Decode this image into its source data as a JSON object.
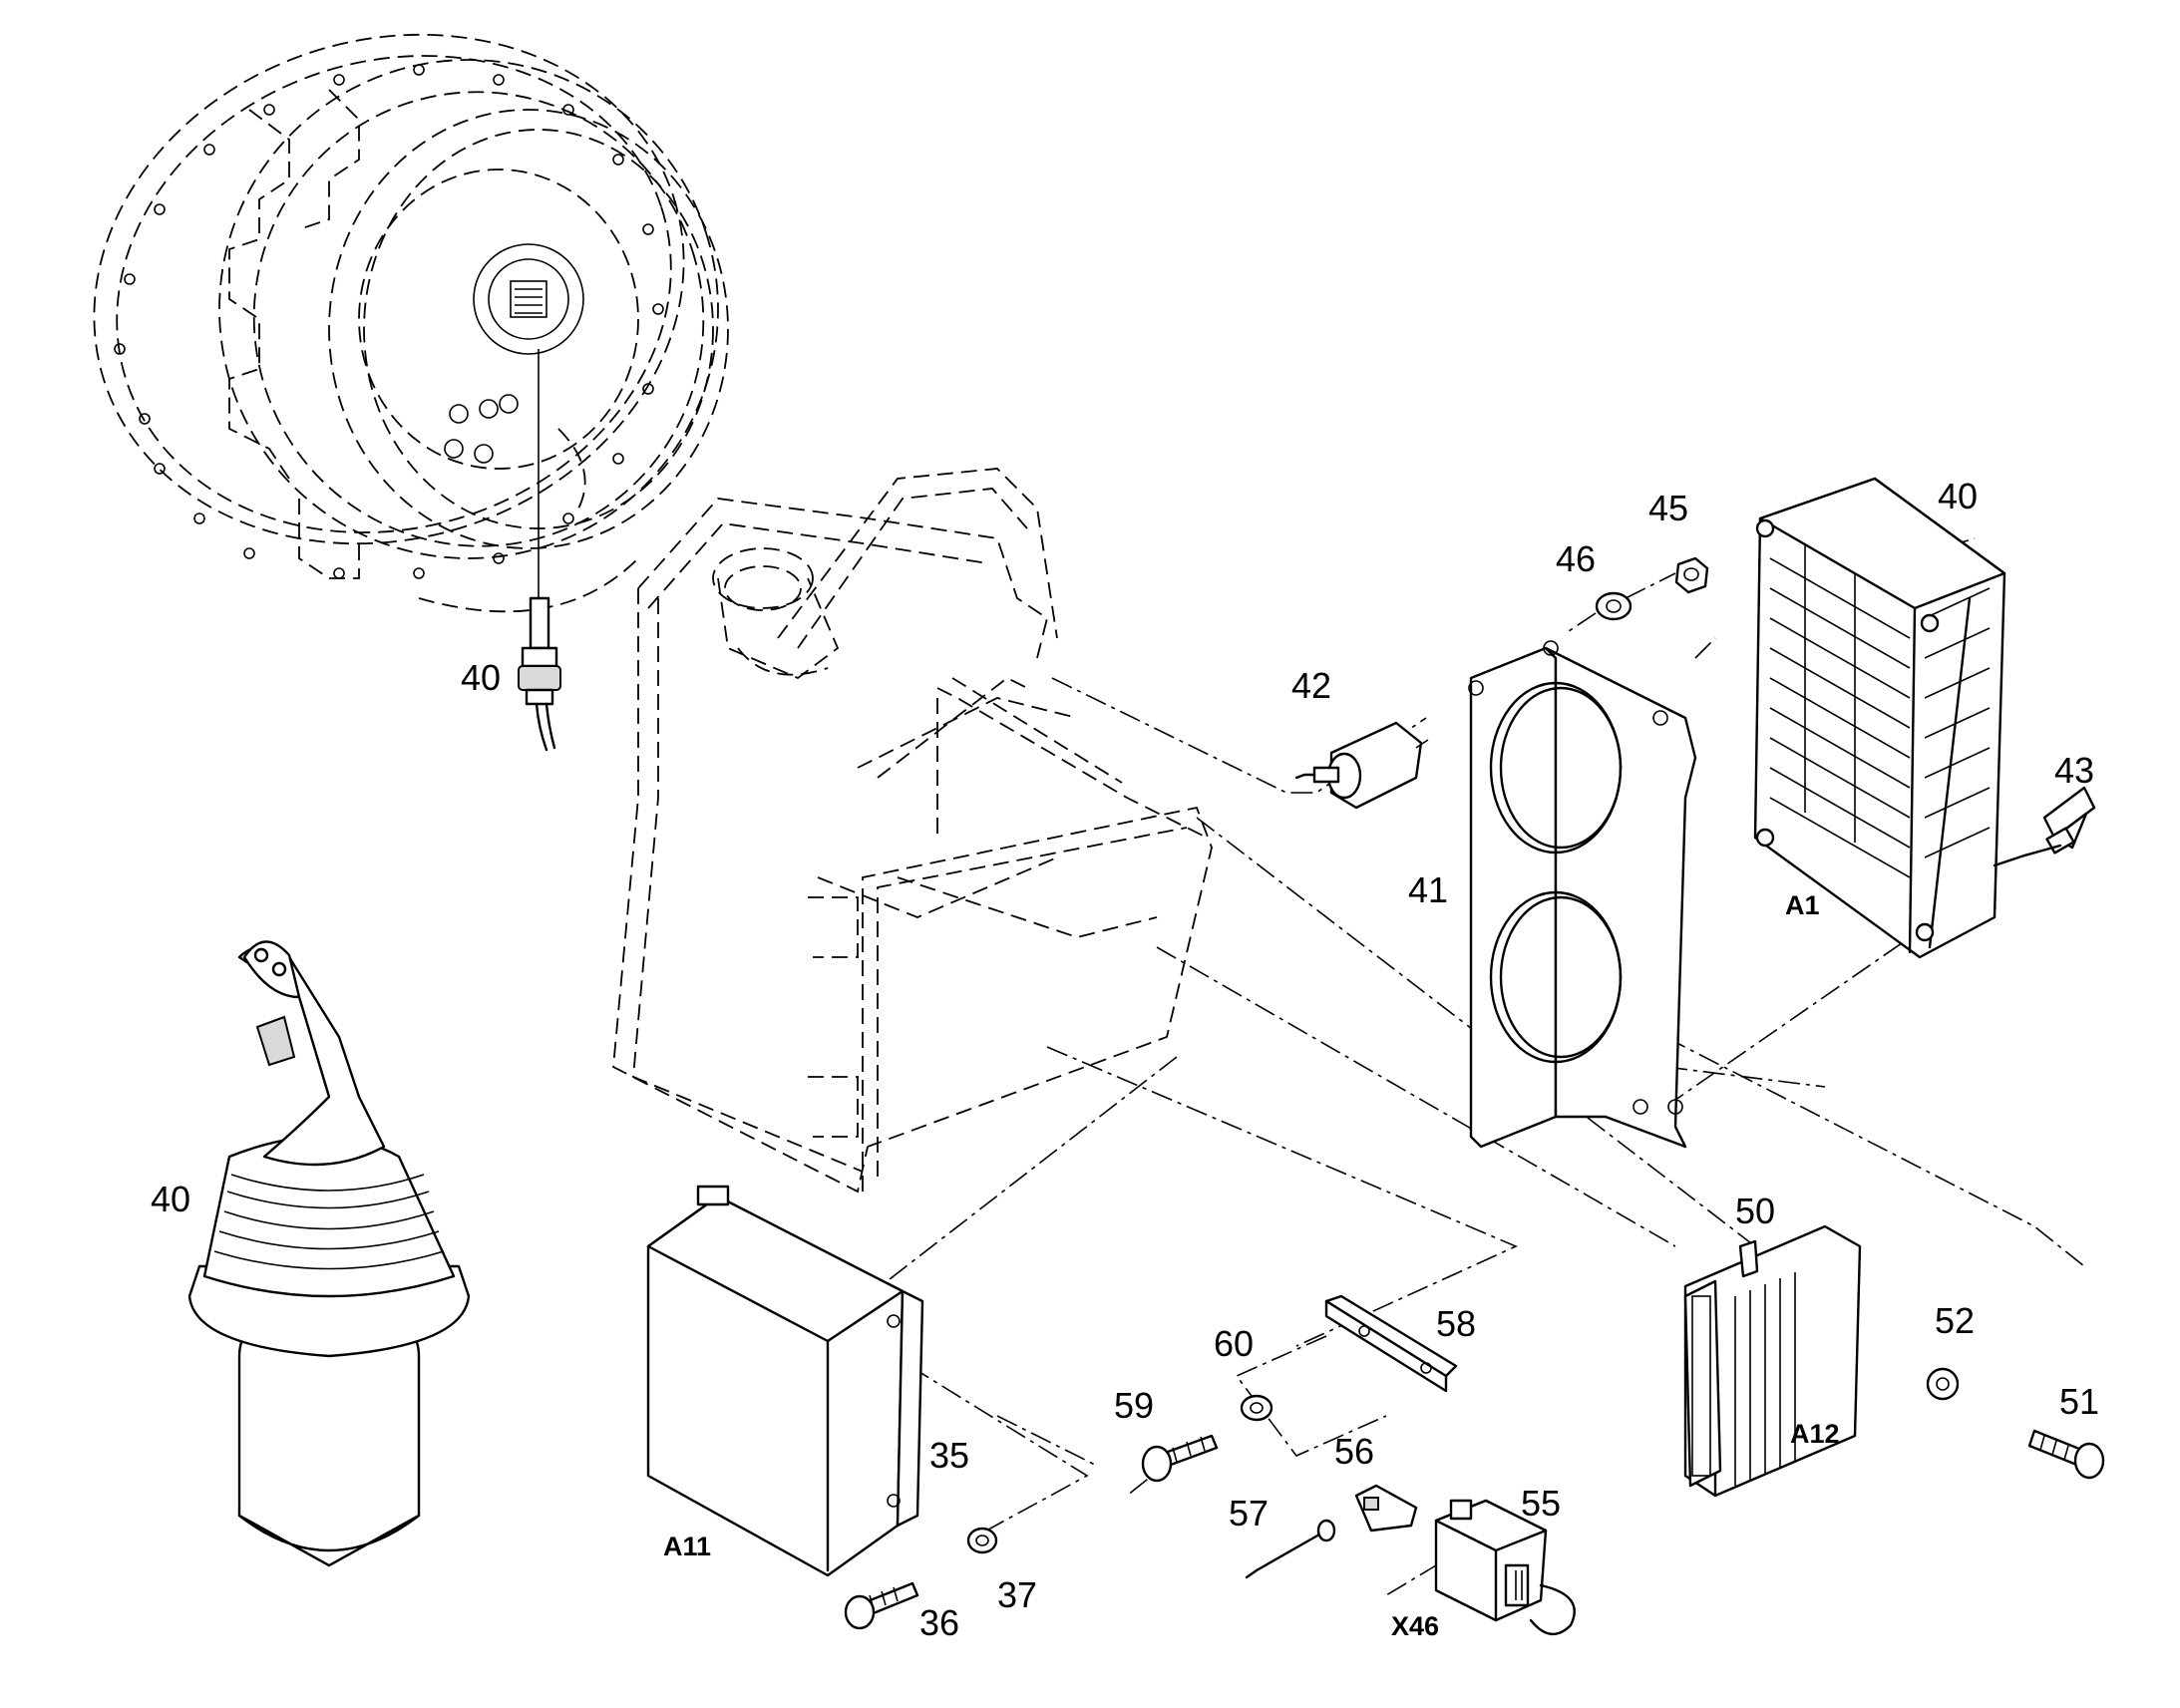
{
  "diagram": {
    "callouts": {
      "c40_sensor": "40",
      "c40_module": "40",
      "c40_joystick": "40",
      "c41": "41",
      "c42": "42",
      "c43": "43",
      "c45": "45",
      "c46": "46",
      "c50": "50",
      "c51": "51",
      "c52": "52",
      "c35": "35",
      "c36": "36",
      "c37": "37",
      "c55": "55",
      "c56": "56",
      "c57": "57",
      "c58": "58",
      "c59": "59",
      "c60": "60"
    },
    "designations": {
      "a1": "A1",
      "a11": "A11",
      "a12": "A12",
      "x46": "X46"
    }
  }
}
